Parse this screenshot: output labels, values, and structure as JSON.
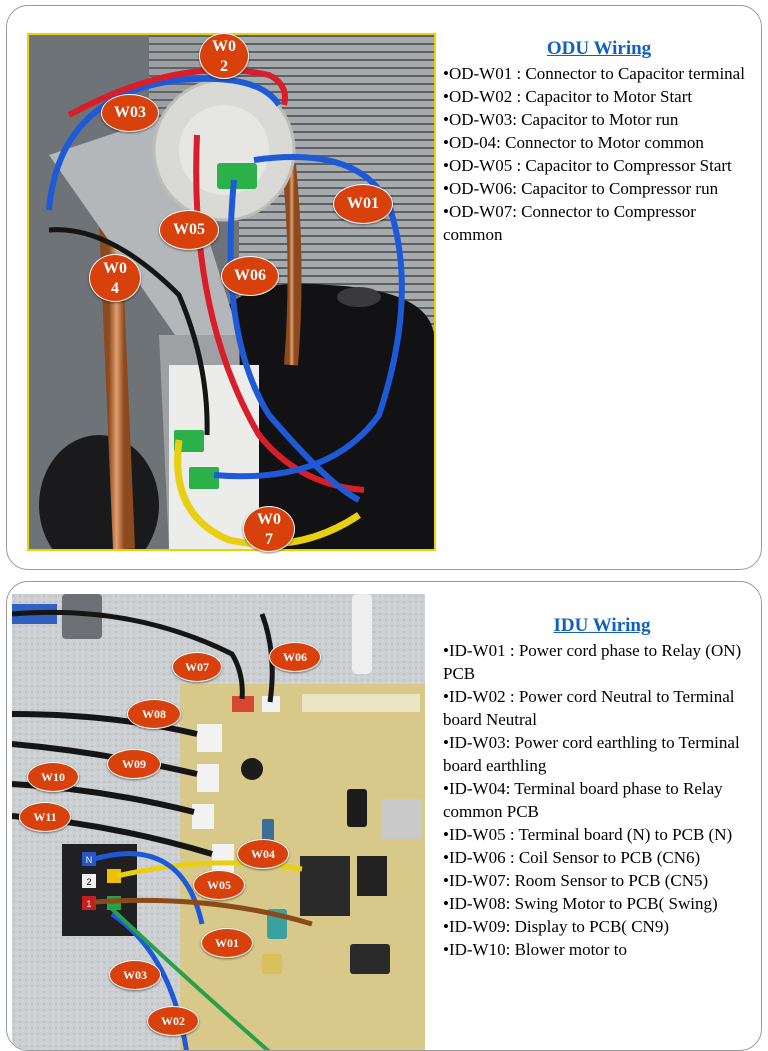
{
  "odu": {
    "heading": "ODU Wiring",
    "items": [
      "•OD-W01 : Connector to Capacitor terminal",
      "•OD-W02 : Capacitor to Motor Start",
      "•OD-W03: Capacitor to Motor run",
      "•OD-04: Connector to Motor common",
      "•OD-W05 : Capacitor to Compressor Start",
      "•OD-W06: Capacitor to Compressor run",
      "•OD-W07: Connector to Compressor common"
    ],
    "labels": {
      "w01": "W01",
      "w02a": "W0",
      "w02b": "2",
      "w03": "W03",
      "w04a": "W0",
      "w04b": "4",
      "w05": "W05",
      "w06": "W06",
      "w07a": "W0",
      "w07b": "7"
    }
  },
  "idu": {
    "heading": "IDU Wiring",
    "items": [
      "•ID-W01 : Power cord phase  to Relay (ON) PCB",
      "•ID-W02 :   Power cord Neutral  to Terminal board  Neutral",
      "•ID-W03: Power cord earthling  to Terminal board earthling",
      "•ID-W04: Terminal board phase to Relay common PCB",
      "•ID-W05 : Terminal board (N) to PCB (N)",
      "•ID-W06 : Coil Sensor  to PCB (CN6)",
      "•ID-W07: Room Sensor  to PCB (CN5)",
      "•ID-W08: Swing Motor to PCB( Swing)",
      "•ID-W09: Display to PCB( CN9)",
      "•ID-W10: Blower motor to"
    ],
    "labels": {
      "w01": "W01",
      "w02": "W02",
      "w03": "W03",
      "w04": "W04",
      "w05": "W05",
      "w06": "W06",
      "w07": "W07",
      "w08": "W08",
      "w09": "W09",
      "w10": "W10",
      "w11": "W11"
    },
    "terminal_marks": [
      "N",
      "2",
      "1"
    ]
  },
  "colors": {
    "heading": "#1060c0",
    "badge": "#d8400c",
    "wire_red": "#d81e2a",
    "wire_blue": "#1e5ad8",
    "wire_yellow": "#e8d010",
    "wire_black": "#151515",
    "pcb": "#d8c88a",
    "odu_frame": "#e8d400"
  }
}
